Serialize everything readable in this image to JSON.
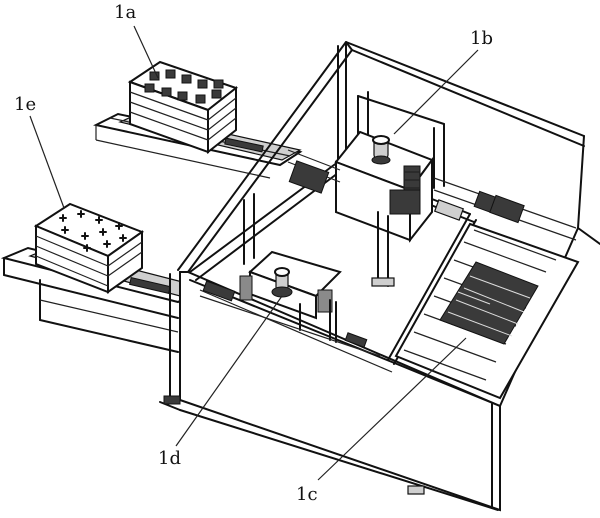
{
  "labels": {
    "tray_stack_1a": "1a",
    "robot_cell_1b": "1b",
    "conveyor_1c": "1c",
    "robot_cell_1d": "1d",
    "tray_stack_1e": "1e"
  }
}
